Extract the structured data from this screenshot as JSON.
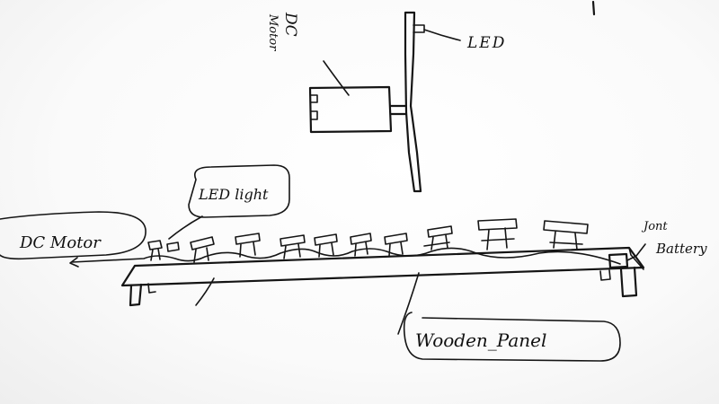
{
  "labels": {
    "dc_motor_top_line1": "DC",
    "dc_motor_top_line2": "Motor",
    "led_top": "LED",
    "led_light_bubble": "LED light",
    "dc_motor_left_bubble": "DC Motor",
    "wooden_panel_bubble": "Wooden_Panel",
    "battery_label": "Battery",
    "battery_scribble": "Jont"
  },
  "colors": {
    "ink": "#151515",
    "paper": "#ffffff"
  }
}
